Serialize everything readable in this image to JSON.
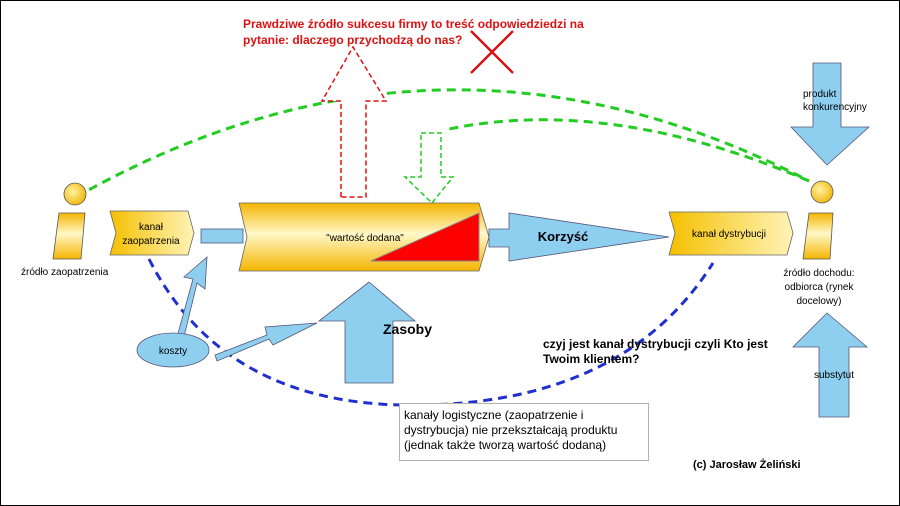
{
  "question": {
    "line1": "Prawdziwe źródło sukcesu firmy to treść odpowiedziedzi na",
    "line2": "pytanie: dlaczego przychodzą do nas?"
  },
  "source_label": "źródło zaopatrzenia",
  "supply_channel": {
    "line1": "kanał",
    "line2": "zaopatrzenia"
  },
  "value_added": "\"wartość dodana\"",
  "benefit": "Korzyść",
  "distribution_channel": "kanał dystrybucji",
  "income_source": {
    "line1": "źródło dochodu:",
    "line2": "odbiorca (rynek",
    "line3": "docelowy)"
  },
  "competitor": {
    "line1": "produkt",
    "line2": "konkurencyjny"
  },
  "substitute": "substytut",
  "costs": "koszty",
  "resources": "Zasoby",
  "client_question": {
    "line1": "czyj jest kanał dystrybucji czyli Kto jest",
    "line2": "Twoim klientem?"
  },
  "logistics_note": {
    "line1": "kanały logistyczne (zaopatrzenie i",
    "line2": "dystrybucja) nie przekształcają produktu",
    "line3": "(jednak także tworzą wartość dodaną)"
  },
  "copyright": "(c) Jarosław Żeliński",
  "colors": {
    "green": "#22cc22",
    "blue": "#1f2fd0",
    "red": "#dd1111",
    "arrow": "#8ecff0",
    "gold": "#f2b400"
  }
}
